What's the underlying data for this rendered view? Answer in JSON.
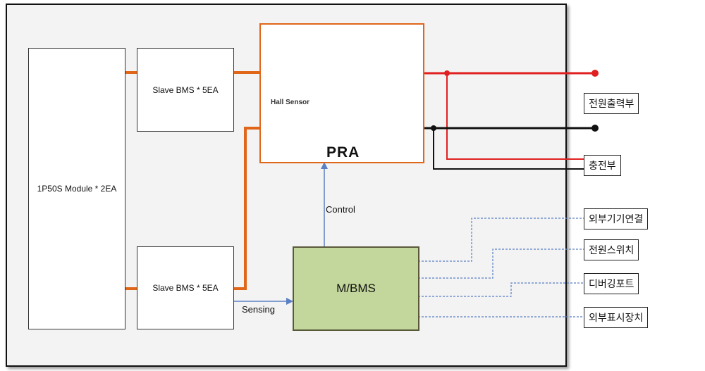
{
  "module": {
    "label": "1P50S Module * 2EA"
  },
  "slave_top": {
    "label": "Slave BMS * 5EA"
  },
  "slave_bottom": {
    "label": "Slave BMS * 5EA"
  },
  "pra": {
    "title": "PRA",
    "hall_sensor_label": "Hall Sensor"
  },
  "mbms": {
    "label": "M/BMS"
  },
  "signals": {
    "control": "Control",
    "sensing": "Sensing"
  },
  "outputs": {
    "power_output": "전원출력부",
    "charging": "충전부",
    "external_device": "외부기기연결",
    "power_switch": "전원스위치",
    "debug_port": "디버깅포트",
    "external_display": "외부표시장치"
  },
  "colors": {
    "orange_wire": "#e0661a",
    "red_wire": "#e02020",
    "black_wire": "#111111",
    "blue_signal": "#5a7fc4",
    "mbms_fill": "#c3d69b"
  }
}
